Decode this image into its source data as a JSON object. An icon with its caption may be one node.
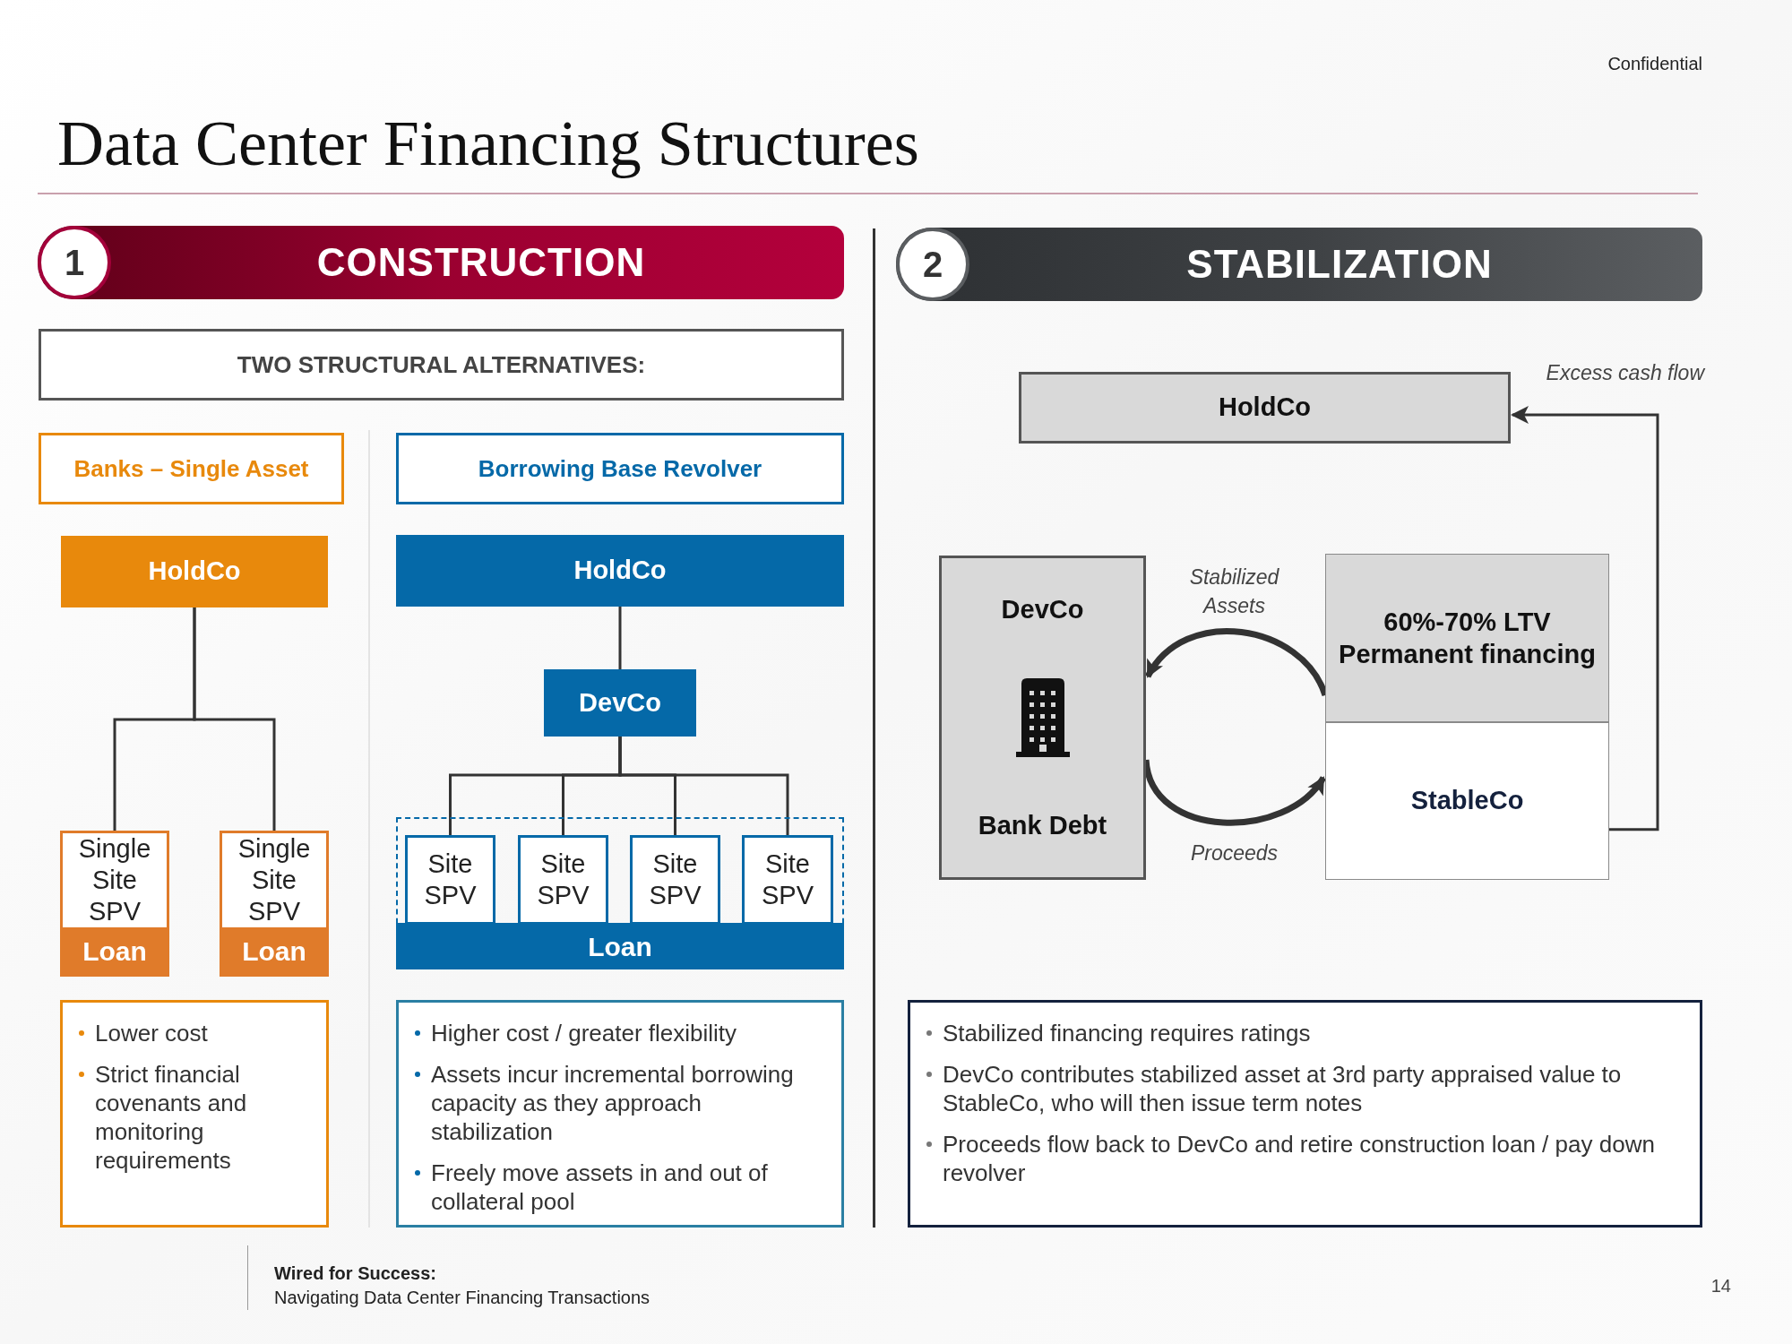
{
  "diagram": {
    "title": "Data Center Financing Structures",
    "nodes": [
      {
        "text": [
          "1",
          "CONSTRUCTION"
        ]
      },
      {
        "text": [
          "2",
          "STABILIZATION"
        ]
      },
      {
        "text": [
          "TWO STRUCTURAL ALTERNATIVES:"
        ]
      },
      {
        "text": [
          "Banks – Single Asset"
        ]
      },
      {
        "text": [
          "Borrowing Base Revolver"
        ]
      },
      {
        "text": [
          "HoldCo"
        ]
      },
      {
        "text": [
          "Single Site SPV",
          "Loan"
        ]
      },
      {
        "text": [
          "Single Site SPV",
          "Loan"
        ]
      },
      {
        "text": [
          "HoldCo"
        ]
      },
      {
        "text": [
          "DevCo"
        ]
      },
      {
        "text": [
          "Loan"
        ]
      },
      {
        "text": [
          "Site SPV"
        ],
        "in": 10
      },
      {
        "text": [
          "Site SPV"
        ],
        "in": 10
      },
      {
        "text": [
          "Site SPV"
        ],
        "in": 10
      },
      {
        "text": [
          "Site SPV"
        ],
        "in": 10
      },
      {
        "text": [
          "Lower cost",
          "Strict financial covenants and monitoring requirements"
        ]
      },
      {
        "text": [
          "Higher cost / greater flexibility",
          "Assets incur incremental borrowing capacity as they approach stabilization",
          "Freely move assets in and out of collateral pool"
        ]
      },
      {
        "text": [
          "HoldCo"
        ]
      },
      {
        "text": [
          "DevCo",
          "Bank Debt"
        ]
      },
      {
        "text": [
          "60%-70% LTV Permanent financing"
        ]
      },
      {
        "text": [
          "StableCo"
        ]
      },
      {
        "text": [
          "Stabilized financing requires ratings",
          "DevCo contributes stabilized asset at 3rd party appraised value to StableCo, who will then issue term notes",
          "Proceeds flow back to DevCo and retire construction loan / pay down revolver"
        ]
      }
    ],
    "edges": [
      {
        "from": 5,
        "to": 6,
        "arrow": "none"
      },
      {
        "from": 5,
        "to": 7,
        "arrow": "none"
      },
      {
        "from": 8,
        "to": 9,
        "arrow": "none"
      },
      {
        "from": 9,
        "to": 11,
        "arrow": "none"
      },
      {
        "from": 9,
        "to": 12,
        "arrow": "none"
      },
      {
        "from": 9,
        "to": 13,
        "arrow": "none"
      },
      {
        "from": 9,
        "to": 14,
        "arrow": "none"
      },
      {
        "from": 20,
        "to": 17,
        "arrow": "to",
        "label": "Excess cash flow"
      },
      {
        "from": 19,
        "to": 18,
        "arrow": "to",
        "label": "Stabilized Assets",
        "style": "thick"
      },
      {
        "from": 18,
        "to": 20,
        "arrow": "to",
        "label": "Proceeds",
        "style": "thick"
      }
    ],
    "labels": [
      "Confidential",
      "Wired for Success:",
      "Navigating Data Center Financing Transactions",
      "14"
    ]
  }
}
